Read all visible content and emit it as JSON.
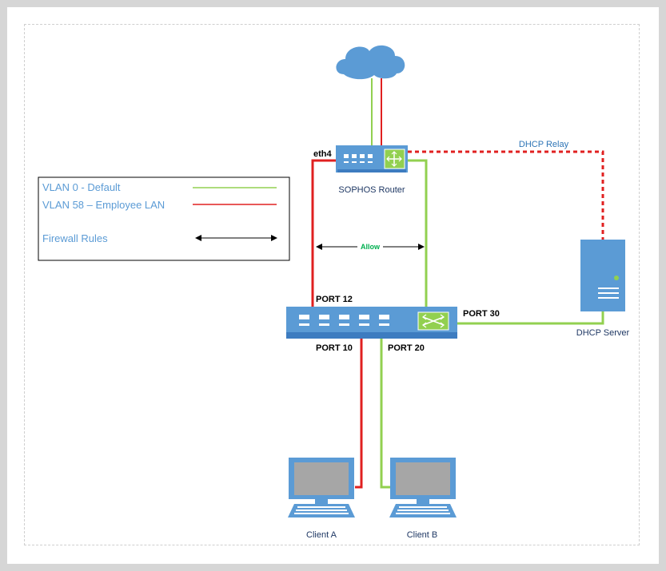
{
  "legend": {
    "items": [
      {
        "label": "VLAN 0 - Default",
        "color": "#92d050"
      },
      {
        "label": "VLAN 58 – Employee LAN",
        "color": "#e02020"
      },
      {
        "label": "Firewall Rules",
        "color": "#000000"
      }
    ]
  },
  "router": {
    "label": "SOPHOS Router",
    "port_label": "eth4"
  },
  "switch": {
    "port12": "PORT 12",
    "port10": "PORT 10",
    "port20": "PORT 20",
    "port30": "PORT 30"
  },
  "firewall": {
    "rule_label": "Allow",
    "rule_color": "#00b050"
  },
  "dhcp": {
    "relay_label": "DHCP Relay",
    "server_label": "DHCP Server"
  },
  "clients": [
    {
      "label": "Client A"
    },
    {
      "label": "Client B"
    }
  ],
  "colors": {
    "device_blue": "#5b9bd5",
    "vlan0_green": "#92d050",
    "vlan58_red": "#e02020",
    "label_blue": "#2e75b6",
    "text_dark": "#1f3864"
  }
}
